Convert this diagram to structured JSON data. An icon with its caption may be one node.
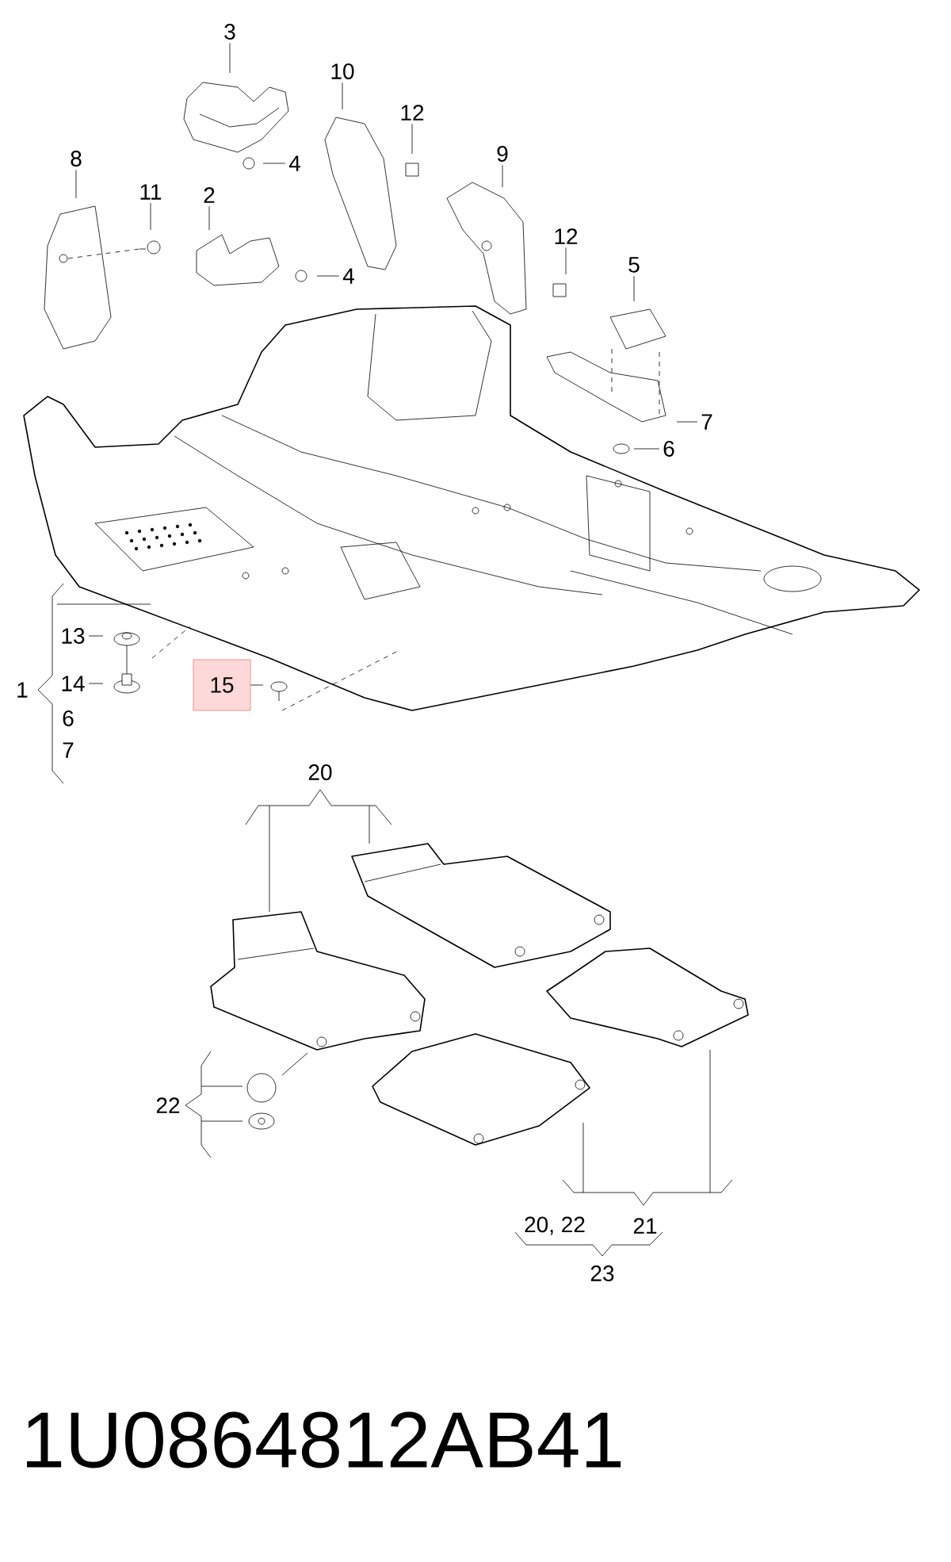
{
  "diagram": {
    "nodes": [
      {
        "text": [
          "3"
        ]
      },
      {
        "text": [
          "10"
        ]
      },
      {
        "text": [
          "12"
        ]
      },
      {
        "text": [
          "4"
        ]
      },
      {
        "text": [
          "8"
        ]
      },
      {
        "text": [
          "11"
        ]
      },
      {
        "text": [
          "2"
        ]
      },
      {
        "text": [
          "4"
        ]
      },
      {
        "text": [
          "9"
        ]
      },
      {
        "text": [
          "12"
        ]
      },
      {
        "text": [
          "5"
        ]
      },
      {
        "text": [
          "7"
        ]
      },
      {
        "text": [
          "6"
        ]
      },
      {
        "text": [
          "13"
        ]
      },
      {
        "text": [
          "14"
        ]
      },
      {
        "text": [
          "15"
        ]
      }
    ],
    "edges": [
      {
        "from": 0,
        "to": null,
        "arrow": "none"
      },
      {
        "from": 1,
        "to": null,
        "arrow": "none"
      },
      {
        "from": 2,
        "to": null,
        "arrow": "none"
      },
      {
        "from": 3,
        "to": null,
        "arrow": "none"
      },
      {
        "from": 4,
        "to": null,
        "arrow": "none"
      },
      {
        "from": 5,
        "to": null,
        "arrow": "none"
      },
      {
        "from": 6,
        "to": null,
        "arrow": "none"
      },
      {
        "from": 7,
        "to": null,
        "arrow": "none"
      },
      {
        "from": 8,
        "to": null,
        "arrow": "none"
      },
      {
        "from": 9,
        "to": null,
        "arrow": "none"
      },
      {
        "from": 10,
        "to": null,
        "arrow": "none"
      },
      {
        "from": 11,
        "to": null,
        "arrow": "none"
      },
      {
        "from": 12,
        "to": null,
        "arrow": "none"
      },
      {
        "from": 13,
        "to": null,
        "arrow": "none"
      },
      {
        "from": 14,
        "to": null,
        "arrow": "none"
      },
      {
        "from": 15,
        "to": null,
        "arrow": "none"
      }
    ],
    "labels": [
      "1",
      "6",
      "7",
      "20",
      "22",
      "20, 22",
      "21",
      "23",
      "1U0864812AB41"
    ]
  }
}
